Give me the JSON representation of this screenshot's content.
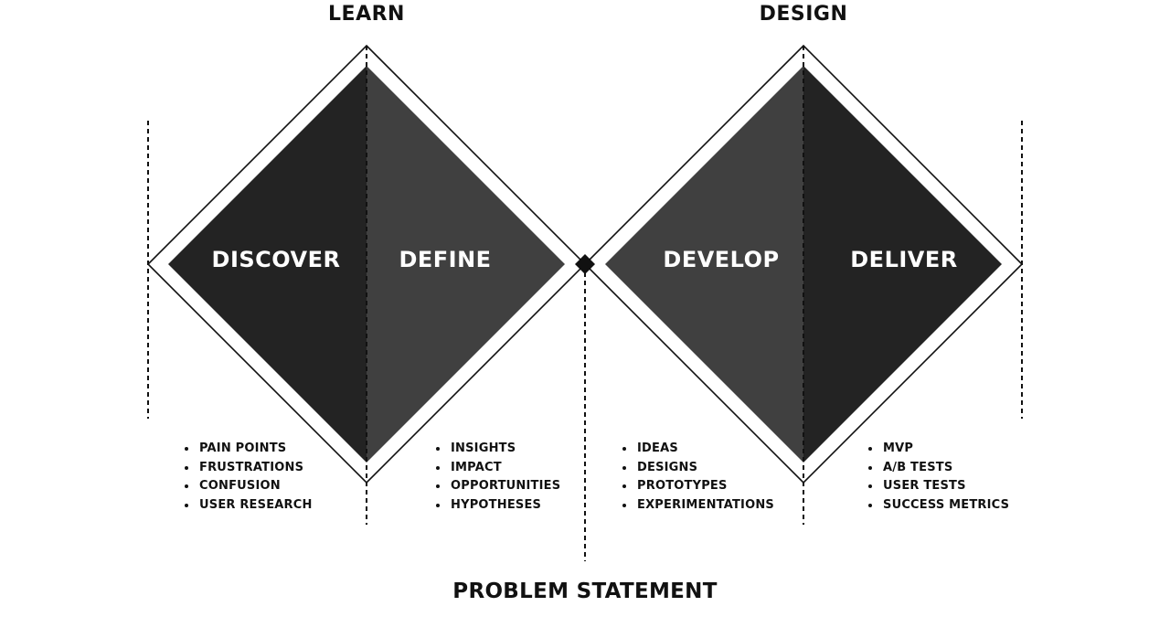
{
  "phases": {
    "learn": "LEARN",
    "design": "DESIGN"
  },
  "stages": {
    "discover": "DISCOVER",
    "define": "DEFINE",
    "develop": "DEVELOP",
    "deliver": "DELIVER"
  },
  "lists": {
    "discover": [
      "PAIN POINTS",
      "FRUSTRATIONS",
      "CONFUSION",
      "USER RESEARCH"
    ],
    "define": [
      "INSIGHTS",
      "IMPACT",
      "OPPORTUNITIES",
      "HYPOTHESES"
    ],
    "develop": [
      "IDEAS",
      "DESIGNS",
      "PROTOTYPES",
      "EXPERIMENTATIONS"
    ],
    "deliver": [
      "MVP",
      "A/B TESTS",
      "USER TESTS",
      "SUCCESS METRICS"
    ]
  },
  "footer": "PROBLEM STATEMENT",
  "colors": {
    "dark_fill": "#232323",
    "mid_fill": "#404040",
    "line": "#111111"
  }
}
